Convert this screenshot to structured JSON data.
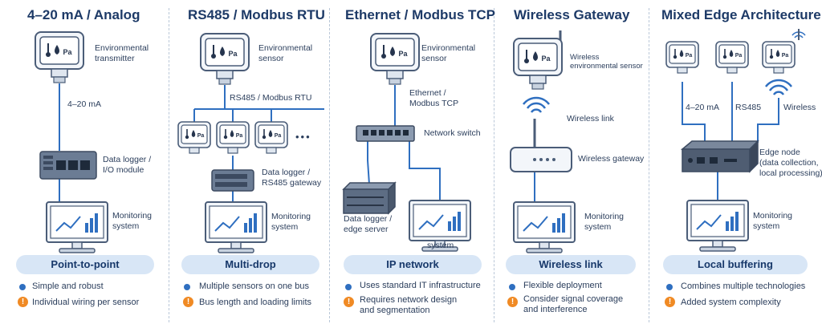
{
  "columns": [
    {
      "title": "4–20 mA / Analog",
      "device_label": "Environmental\ntransmitter",
      "signal_label": "4–20 mA",
      "logger_label": "Data logger /\nI/O module",
      "monitor_label": "Monitoring\nsystem",
      "topology": "Point-to-point",
      "pro": "Simple and robust",
      "con": "Individual wiring per sensor"
    },
    {
      "title": "RS485 / Modbus RTU",
      "device_label": "Environmental\nsensor",
      "bus_label": "RS485 / Modbus RTU",
      "ellipsis": "•••",
      "gateway_label": "Data logger /\nRS485 gateway",
      "monitor_label": "Monitoring\nsystem",
      "topology": "Multi-drop",
      "pro": "Multiple sensors on one bus",
      "con": "Bus length and loading limits"
    },
    {
      "title": "Ethernet / Modbus TCP",
      "device_label": "Environmental\nsensor",
      "protocol_label": "Ethernet /\nModbus TCP",
      "switch_label": "Network switch",
      "server_label": "Data logger /\nedge server",
      "monitor_label": "system",
      "topology": "IP network",
      "pro": "Uses standard IT infrastructure",
      "con": "Requires network design\nand segmentation"
    },
    {
      "title": "Wireless Gateway",
      "device_label": "Wireless\nenvironmental sensor",
      "link_label": "Wireless link",
      "gateway_label": "Wireless gateway",
      "monitor_label": "Monitoring\nsystem",
      "topology": "Wireless link",
      "pro": "Flexible deployment",
      "con": "Consider signal coverage\nand interference"
    },
    {
      "title": "Mixed Edge Architecture",
      "sensor_labels": [
        "4–20 mA",
        "RS485",
        "Wireless"
      ],
      "edge_label": "Edge node\n(data collection,\nlocal processing)",
      "monitor_label": "Monitoring\nsystem",
      "topology": "Local buffering",
      "pro": "Combines multiple technologies",
      "con": "Added system complexity"
    }
  ],
  "sensor_icons": [
    "thermometer-icon",
    "droplet-icon",
    "Pa"
  ],
  "colors": {
    "title": "#1d3a67",
    "line": "#2f6fc0",
    "device_fill": "#eef2f7",
    "device_stroke": "#4b5d78",
    "pill": "#d8e6f6",
    "warn": "#f08a24"
  }
}
